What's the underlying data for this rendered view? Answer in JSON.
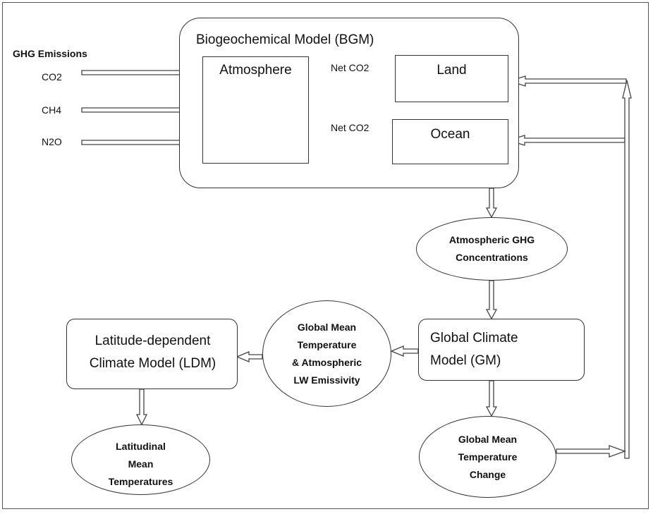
{
  "diagram": {
    "ghg_emissions_title": "GHG Emissions",
    "emissions": [
      "CO2",
      "CH4",
      "N2O"
    ],
    "bgm_title": "Biogeochemical Model (BGM)",
    "atmosphere": "Atmosphere",
    "land": "Land",
    "ocean": "Ocean",
    "net_co2_land": "Net CO2",
    "net_co2_ocean": "Net CO2",
    "atm_ghg_line1": "Atmospheric GHG",
    "atm_ghg_line2": "Concentrations",
    "gm_line1": "Global Climate",
    "gm_line2": "Model (GM)",
    "gmt_lw_lines": [
      "Global Mean",
      "Temperature",
      "& Atmospheric",
      "LW Emissivity"
    ],
    "ldm_line1": "Latitude-dependent",
    "ldm_line2": "Climate Model (LDM)",
    "gmtc_lines": [
      "Global Mean",
      "Temperature",
      "Change"
    ],
    "lmt_lines": [
      "Latitudinal",
      "Mean",
      "Temperatures"
    ]
  }
}
